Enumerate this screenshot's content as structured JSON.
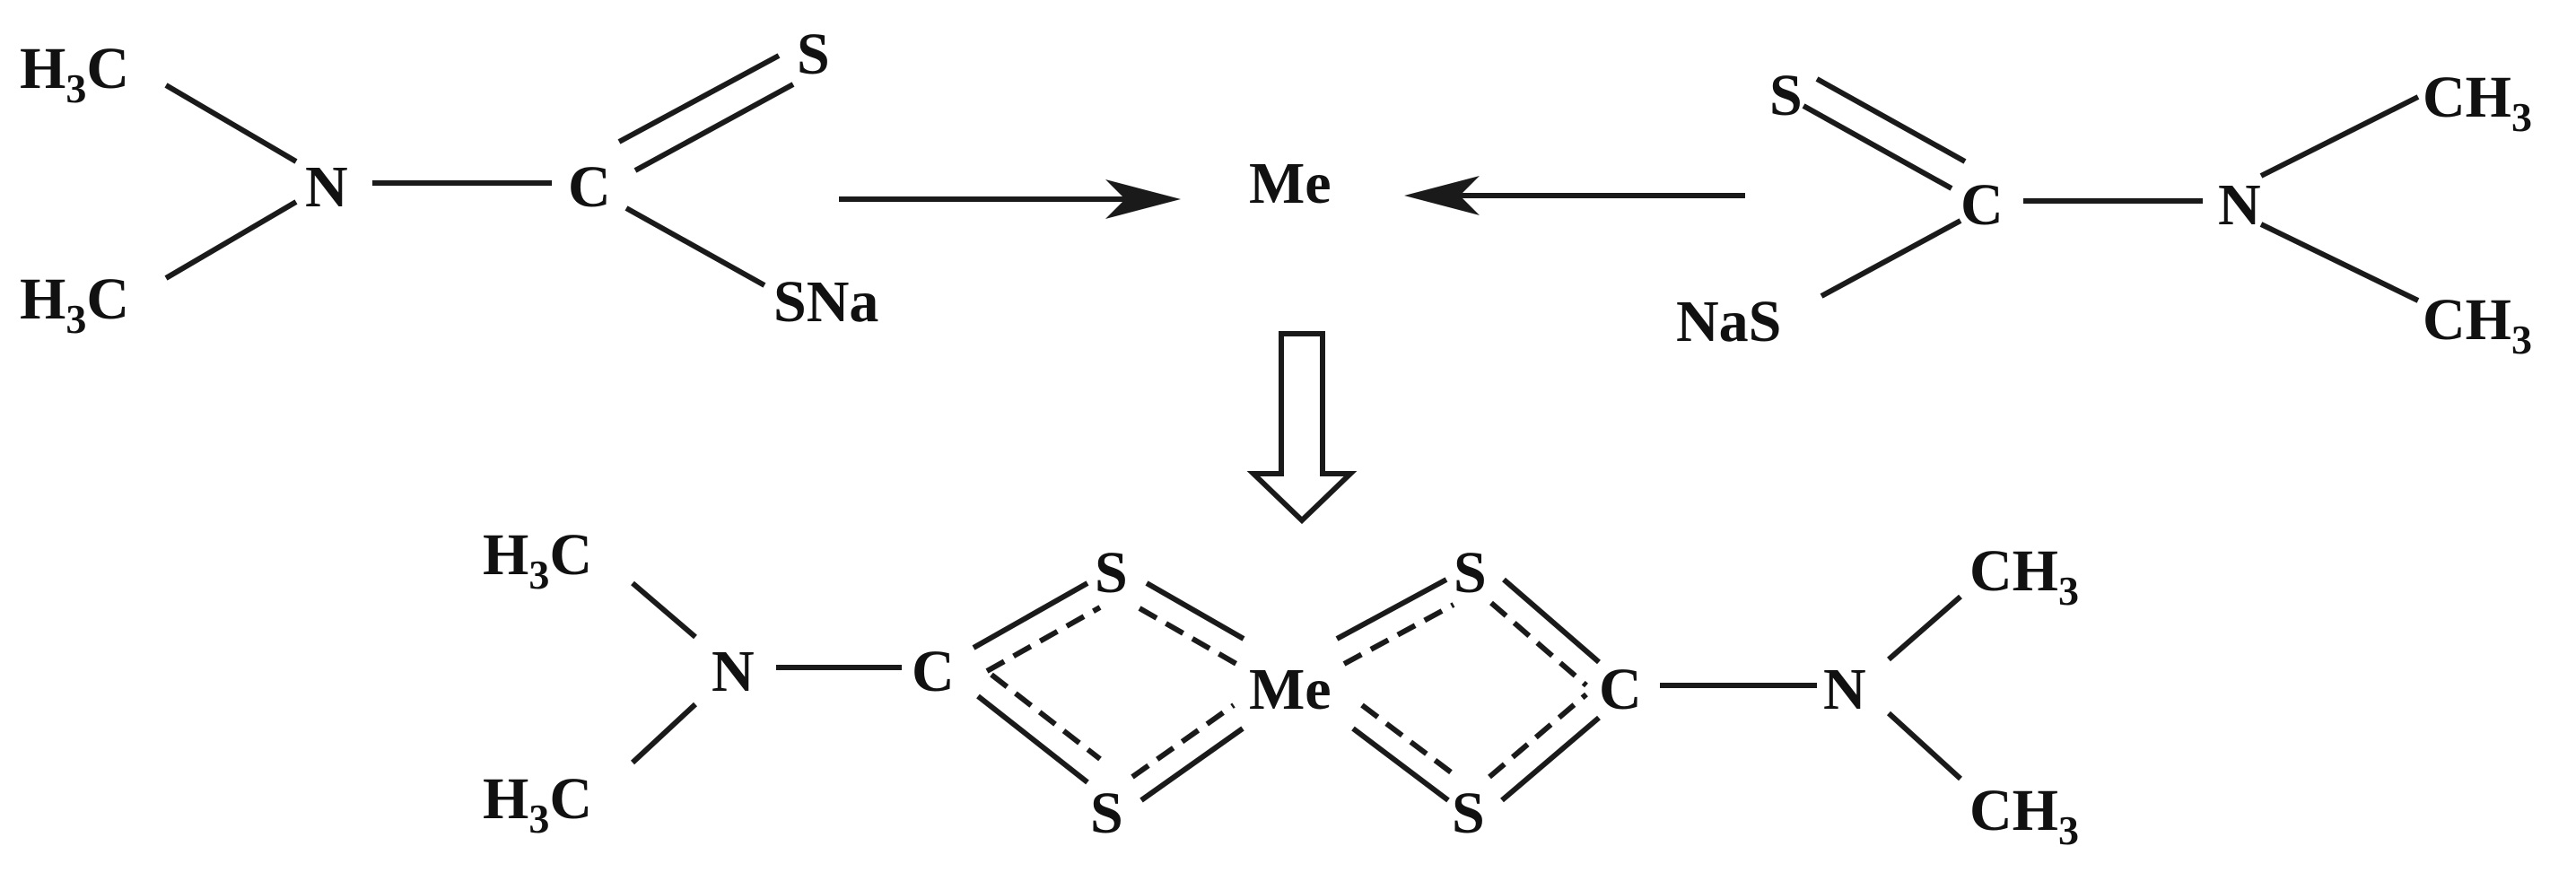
{
  "diagram": {
    "reactant_left": {
      "methyl_top": "H3C",
      "methyl_bottom": "H3C",
      "nitrogen": "N",
      "carbon": "C",
      "thione_sulfur": "S",
      "sodium_thiolate": "SNa"
    },
    "metal": "Me",
    "reactant_right": {
      "thione_sulfur": "S",
      "sodium_thiolate": "NaS",
      "carbon": "C",
      "nitrogen": "N",
      "methyl_top": "CH3",
      "methyl_bottom": "CH3"
    },
    "product": {
      "left_methyl_top": "H3C",
      "left_methyl_bottom": "H3C",
      "left_nitrogen": "N",
      "left_carbon": "C",
      "left_sulfur_top": "S",
      "left_sulfur_bottom": "S",
      "metal_center": "Me",
      "right_sulfur_top": "S",
      "right_sulfur_bottom": "S",
      "right_carbon": "C",
      "right_nitrogen": "N",
      "right_methyl_top": "CH3",
      "right_methyl_bottom": "CH3"
    }
  }
}
